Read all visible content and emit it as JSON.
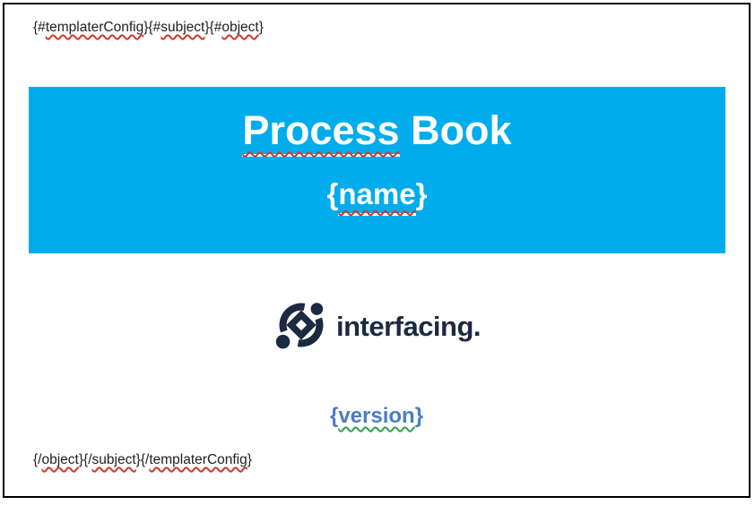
{
  "colors": {
    "banner_blue": "#00ACEC",
    "logo_navy": "#1B2A40",
    "version_blue": "#4A7EBD",
    "squiggle_red": "#CC3B2B",
    "squiggle_green": "#2FA14B",
    "text_dark": "#1E1E1E",
    "border_black": "#000000"
  },
  "templater_tags": {
    "top": [
      {
        "prefix": "{#",
        "word": "templaterConfig",
        "suffix": "}"
      },
      {
        "prefix": "{#",
        "word": "subject",
        "suffix": "}"
      },
      {
        "prefix": "{#",
        "word": "object",
        "suffix": "}"
      }
    ],
    "bottom": [
      {
        "prefix": "{/",
        "word": "object",
        "suffix": "}"
      },
      {
        "prefix": "{/",
        "word": "subject",
        "suffix": "}"
      },
      {
        "prefix": "{/",
        "word": "templaterConfig",
        "suffix": "}"
      }
    ]
  },
  "banner": {
    "title_word_underlined": "Process",
    "title_word_plain": "Book",
    "name_open": "{",
    "name_word": "name",
    "name_close": "}"
  },
  "logo": {
    "icon": "interfacing-orbit-diamond-icon",
    "text": "interfacing."
  },
  "version": {
    "open": "{",
    "word": "version",
    "close": "}"
  }
}
